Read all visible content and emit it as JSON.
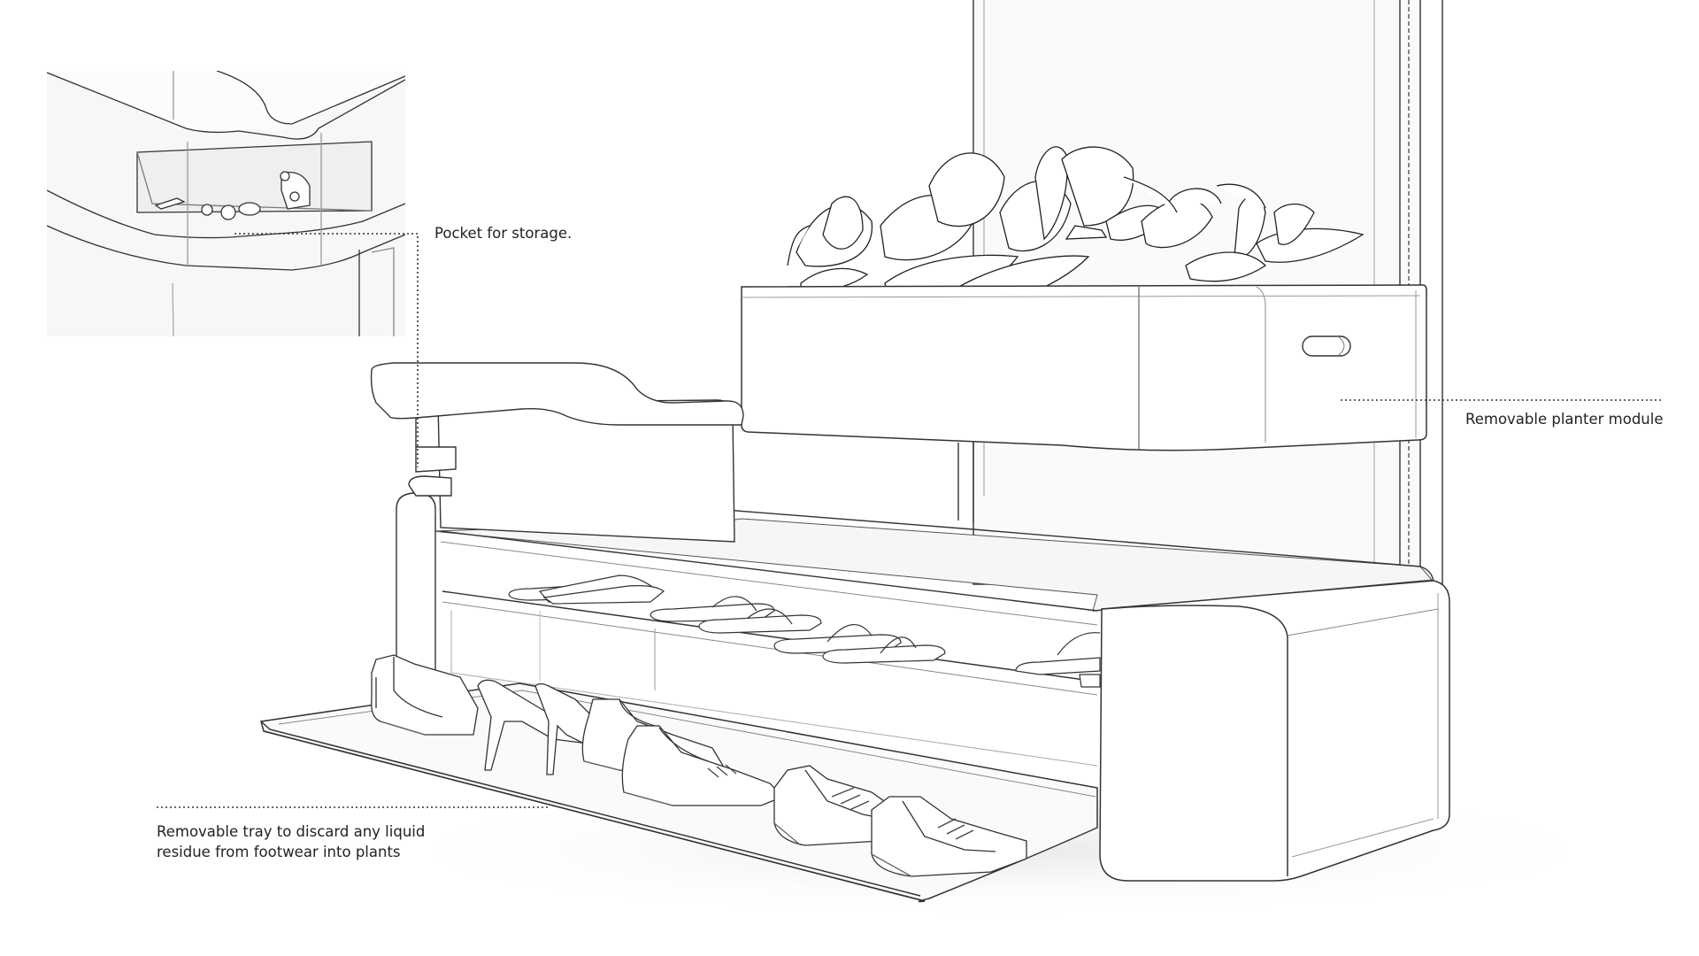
{
  "annotations": {
    "pocket": "Pocket for storage.",
    "planter": "Removable planter module",
    "tray_line1": "Removable tray to discard any liquid",
    "tray_line2": "residue from footwear into plants"
  },
  "colors": {
    "line": "#333333",
    "thin": "#9a9a9a",
    "fill": "#ffffff",
    "shade": "#f4f4f4",
    "text": "#222222"
  }
}
